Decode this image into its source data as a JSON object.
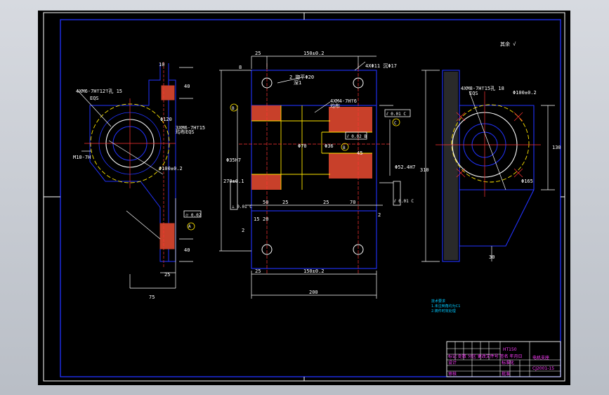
{
  "notes": {
    "finish": "其余 √",
    "tech_title": "技术要求",
    "tech_1": "1.未注倒角均为C1",
    "tech_2": "2.铸件时效处理"
  },
  "labels": {
    "datum_a": "A",
    "datum_b": "B",
    "datum_c": "C",
    "left_thread": "4XM6-7H⊤12⊤孔 15",
    "left_eqs": "EQS",
    "left_thread2": "3XM6-7H⊤15",
    "left_eqs2": "均布EQS",
    "left_dia120": "Φ120",
    "left_dia100": "Φ100±0.2",
    "left_10": "10",
    "left_40": "40",
    "left_25": "25",
    "left_75": "75",
    "left_tol": "⌭ 0.02",
    "left_m10": "M10-7H",
    "c_25": "25",
    "c_150": "150±0.2",
    "c_hole": "4XΦ11 沉Φ17",
    "c_note1": "2 锪平Φ20",
    "c_note2": "深1",
    "c_thread": "4XM4-7H⊤6",
    "c_thread_eq": "均布",
    "c_tol_c": "⫽ 0.01 C",
    "c_tol_b": "⫽ 0.02 B",
    "c_dia70": "Φ70",
    "c_dia36": "Φ36",
    "c_45": "45",
    "c_8": "8",
    "c_270": "270±0.1",
    "c_phi": "Φ35H7",
    "c_50": "50",
    "c_70": "70",
    "c_15": "15",
    "c_20": "20",
    "c_2": "2",
    "c_200": "200",
    "c_tol_left": "⊥ 0.01 C",
    "c_tol_right": "⫽ 0.01 C",
    "c_dia_right": "Φ52.4H7",
    "r_thread": "4XM8-7H⊤15孔 18",
    "r_eqs": "EQS",
    "r_dia100": "Φ100±0.2",
    "r_dia165": "Φ165",
    "r_130": "130",
    "r_310": "310",
    "r_30": "30"
  },
  "title_block": {
    "material": "HT150",
    "part_name": "电机支座",
    "drawing_no": "CJ2001-15",
    "row1": "标记 处数 分区 更改文件号 签名 年月日",
    "row2": "设计",
    "row2b": "标准化",
    "row3": "审核",
    "row3b": "批准"
  }
}
